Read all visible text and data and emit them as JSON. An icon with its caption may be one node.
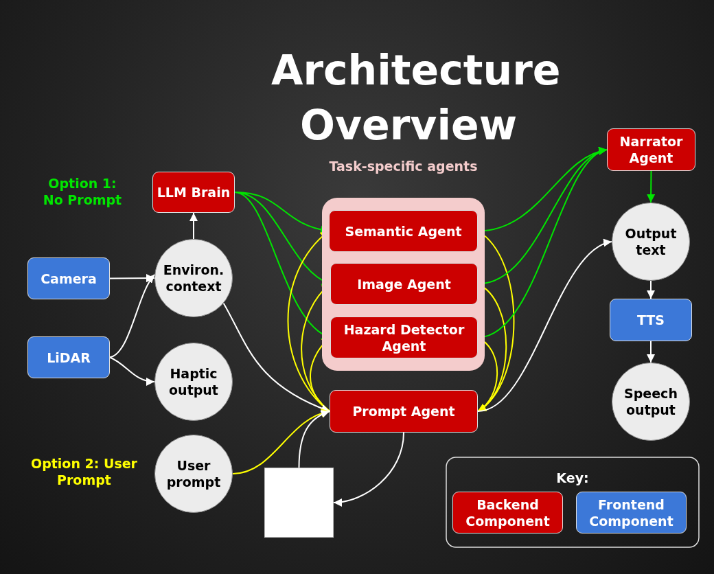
{
  "diagram": {
    "title": "Architecture Overview",
    "nodes": [
      {
        "text": [
          "LLM Brain"
        ]
      },
      {
        "text": [
          "Camera"
        ]
      },
      {
        "text": [
          "Environ. context"
        ]
      },
      {
        "text": [
          "LiDAR"
        ]
      },
      {
        "text": [
          "Haptic output"
        ]
      },
      {
        "text": [
          "User prompt"
        ]
      },
      {
        "text": [
          "Task-specific agents"
        ]
      },
      {
        "text": [
          "Semantic Agent"
        ],
        "in": 6
      },
      {
        "text": [
          "Image Agent"
        ],
        "in": 6
      },
      {
        "text": [
          "Hazard Detector Agent"
        ],
        "in": 6
      },
      {
        "text": [
          "Prompt Agent"
        ]
      },
      {
        "text": [],
        "shape": "box"
      },
      {
        "text": [
          "Narrator Agent"
        ]
      },
      {
        "text": [
          "Output text"
        ]
      },
      {
        "text": [
          "TTS"
        ]
      },
      {
        "text": [
          "Speech output"
        ]
      }
    ],
    "edges": [
      {
        "from": 2,
        "to": 0,
        "arrow": "to"
      },
      {
        "from": 1,
        "to": 2,
        "arrow": "to"
      },
      {
        "from": 3,
        "to": 2,
        "arrow": "to"
      },
      {
        "from": 3,
        "to": 4,
        "arrow": "to"
      },
      {
        "from": 0,
        "to": 7,
        "arrow": "to",
        "color": "#00e600"
      },
      {
        "from": 0,
        "to": 8,
        "arrow": "to",
        "color": "#00e600"
      },
      {
        "from": 0,
        "to": 9,
        "arrow": "to",
        "color": "#00e600"
      },
      {
        "from": 10,
        "to": 7,
        "arrow": "to",
        "color": "#ffff00"
      },
      {
        "from": 10,
        "to": 8,
        "arrow": "to",
        "color": "#ffff00"
      },
      {
        "from": 10,
        "to": 9,
        "arrow": "to",
        "color": "#ffff00"
      },
      {
        "from": 7,
        "to": 10,
        "arrow": "to",
        "color": "#ffff00"
      },
      {
        "from": 8,
        "to": 10,
        "arrow": "to",
        "color": "#ffff00"
      },
      {
        "from": 9,
        "to": 10,
        "arrow": "to",
        "color": "#ffff00"
      },
      {
        "from": 7,
        "to": 12,
        "arrow": "to",
        "color": "#00e600"
      },
      {
        "from": 8,
        "to": 12,
        "arrow": "to",
        "color": "#00e600"
      },
      {
        "from": 9,
        "to": 12,
        "arrow": "to",
        "color": "#00e600"
      },
      {
        "from": 12,
        "to": 13,
        "arrow": "to",
        "color": "#00e600"
      },
      {
        "from": 10,
        "to": 13,
        "arrow": "to"
      },
      {
        "from": 2,
        "to": 10,
        "arrow": "to"
      },
      {
        "from": 5,
        "to": 10,
        "arrow": "to",
        "color": "#ffff00"
      },
      {
        "from": 11,
        "to": 10,
        "arrow": "to"
      },
      {
        "from": 10,
        "to": 11,
        "arrow": "to"
      },
      {
        "from": 13,
        "to": 14,
        "arrow": "to"
      },
      {
        "from": 14,
        "to": 15,
        "arrow": "to"
      }
    ],
    "labels": [
      "Option 1: No Prompt",
      "Option 2: User Prompt",
      "Key:"
    ],
    "legend": [
      {
        "text": "Backend Component",
        "color": "#cc0000"
      },
      {
        "text": "Frontend Component",
        "color": "#3c78d8"
      }
    ]
  }
}
